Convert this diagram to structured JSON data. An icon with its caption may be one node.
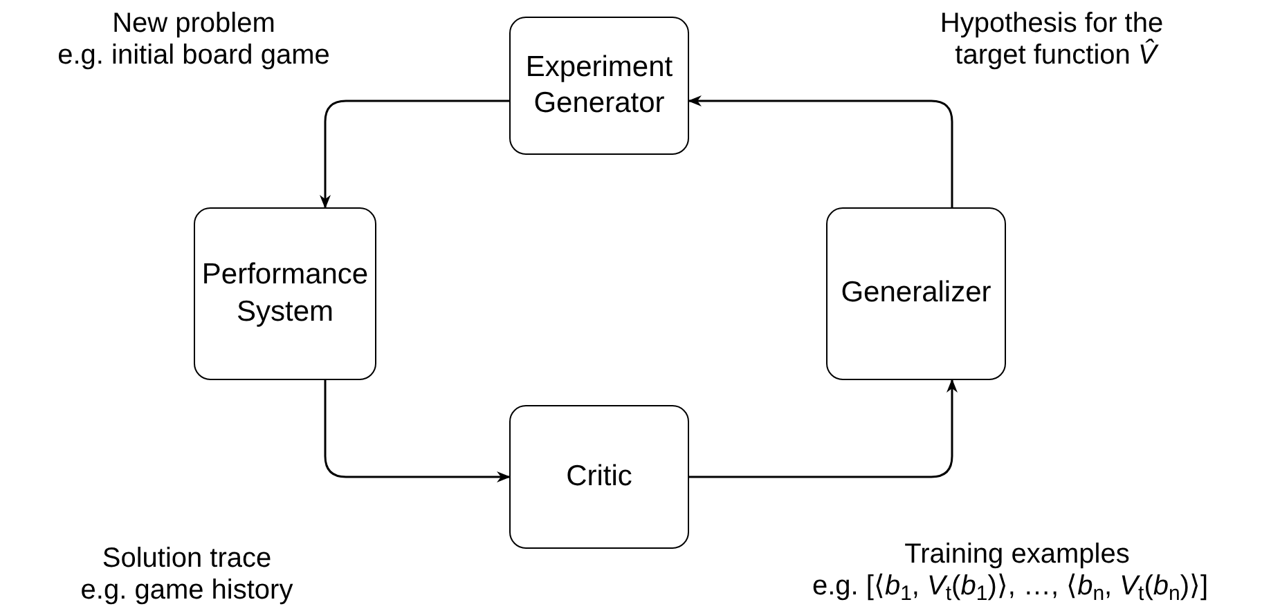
{
  "diagram": {
    "nodes": [
      {
        "text": [
          "Experiment Generator"
        ]
      },
      {
        "text": [
          "Performance System"
        ]
      },
      {
        "text": [
          "Critic"
        ]
      },
      {
        "text": [
          "Generalizer"
        ]
      }
    ],
    "edges": [
      {
        "from": 0,
        "to": 1,
        "arrow": "to"
      },
      {
        "from": 1,
        "to": 2,
        "arrow": "to"
      },
      {
        "from": 2,
        "to": 3,
        "arrow": "to"
      },
      {
        "from": 3,
        "to": 0,
        "arrow": "to"
      }
    ],
    "labels": [
      "New problem",
      "e.g. initial board game",
      "Hypothesis for the",
      "target function *V̂*",
      "Solution trace",
      "e.g. game history",
      "Training examples",
      "e.g. [⟨*b*$_{1}$, *V*$_{t}$(*b*$_{1}$)⟩, …, ⟨*b*$_{n}$, *V*$_{t}$(*b*$_{n}$)⟩]"
    ]
  }
}
